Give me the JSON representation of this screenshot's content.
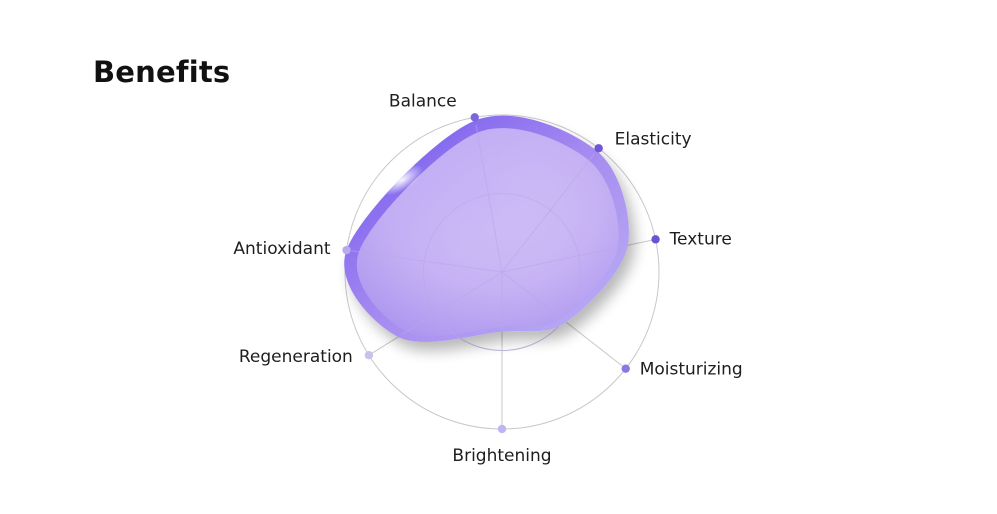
{
  "page": {
    "title": "Benefits"
  },
  "chart_data": {
    "type": "radar",
    "title": "Benefits",
    "categories": [
      "Balance",
      "Elasticity",
      "Texture",
      "Moisturizing",
      "Brightening",
      "Regeneration",
      "Antioxidant"
    ],
    "series": [
      {
        "values": [
          0.98,
          0.98,
          0.82,
          0.52,
          0.38,
          0.78,
          1.0
        ]
      }
    ],
    "ylim": [
      0,
      1
    ],
    "grid": true,
    "legend": "none",
    "colors": {
      "fill_top": "#7b62ee",
      "fill_mid": "#bba6f2",
      "fill_bottom": "#c9b6f4",
      "rim_accent": "#8fb7f5",
      "grid": "#c8c8c8",
      "marker": "#7b63d8"
    }
  }
}
